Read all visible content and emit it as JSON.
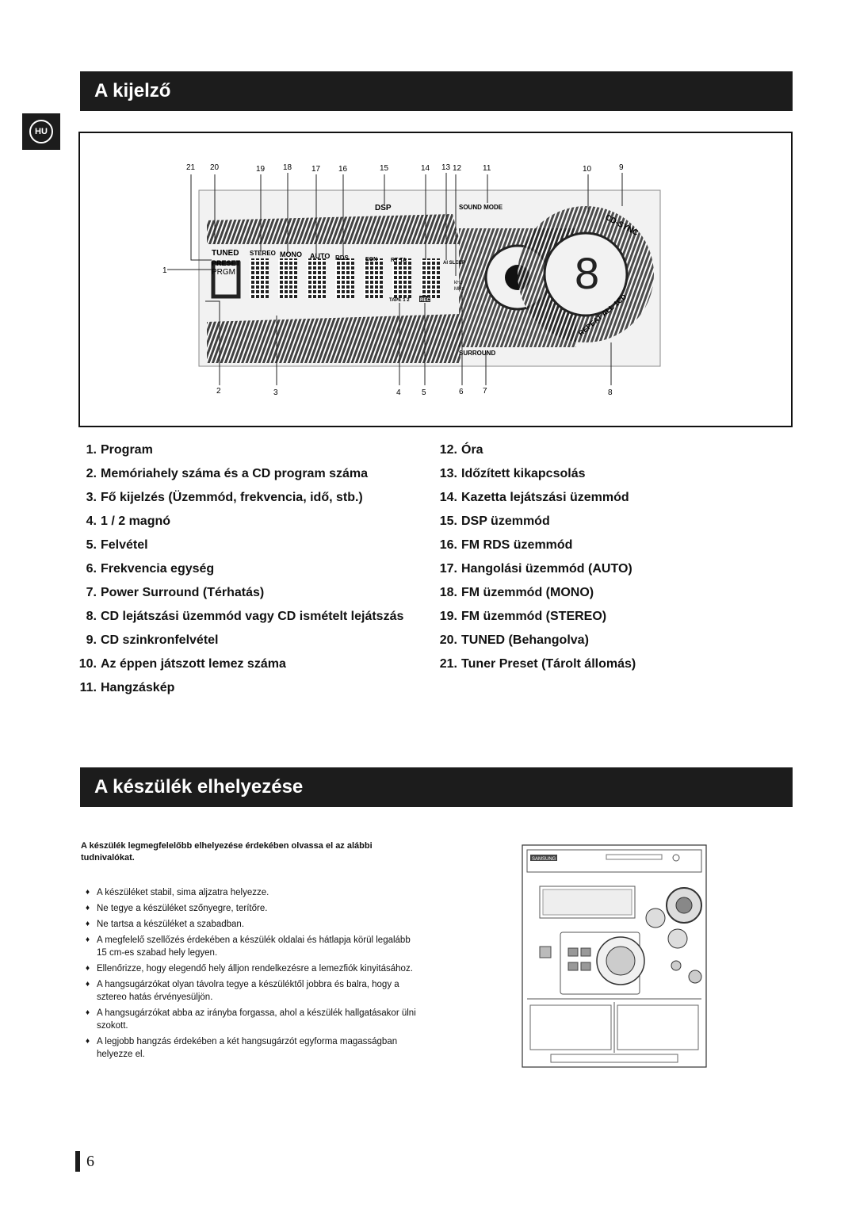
{
  "section1": {
    "title": "A kijelző"
  },
  "language_badge": "HU",
  "display": {
    "callouts_top": [
      "21",
      "20",
      "19",
      "18",
      "17",
      "16",
      "15",
      "14",
      "13",
      "12",
      "11",
      "10",
      "9"
    ],
    "callouts_bottom": [
      "2",
      "3",
      "4",
      "5",
      "6",
      "7",
      "8"
    ],
    "callout_left": "1",
    "labels": {
      "tuned": "TUNED",
      "preset": "PRESET",
      "prgm": "PRGM",
      "stereo": "STEREO",
      "mono": "MONO",
      "auto": "AUTO",
      "rds": "RDS",
      "eon": "EON",
      "rt_ta": "RT TA",
      "ai_sleep": "AI SLEEP",
      "khz": "kHz",
      "mhz": "MHz",
      "tape": "TAPE 1 2",
      "rec": "REC",
      "dsp": "DSP",
      "sound_mode": "SOUND MODE",
      "surround": "SURROUND",
      "cd_sync": "CD-SYNC",
      "repeat_all_1cd": "REPEAT ALL 1CD"
    }
  },
  "legend_left": [
    {
      "num": "1.",
      "text": "Program"
    },
    {
      "num": "2.",
      "text": "Memóriahely száma és a CD program száma"
    },
    {
      "num": "3.",
      "text": "Fő kijelzés (Üzemmód, frekvencia, idő, stb.)"
    },
    {
      "num": "4.",
      "text": "1 / 2 magnó"
    },
    {
      "num": "5.",
      "text": "Felvétel"
    },
    {
      "num": "6.",
      "text": "Frekvencia egység"
    },
    {
      "num": "7.",
      "text": "Power Surround (Térhatás)"
    },
    {
      "num": "8.",
      "text": "CD lejátszási üzemmód vagy CD ismételt lejátszás"
    },
    {
      "num": "9.",
      "text": "CD szinkronfelvétel"
    },
    {
      "num": "10.",
      "text": "Az éppen játszott lemez száma"
    },
    {
      "num": "11.",
      "text": "Hangzáskép"
    }
  ],
  "legend_right": [
    {
      "num": "12.",
      "text": "Óra"
    },
    {
      "num": "13.",
      "text": "Időzített kikapcsolás"
    },
    {
      "num": "14.",
      "text": "Kazetta lejátszási üzemmód"
    },
    {
      "num": "15.",
      "text": "DSP üzemmód"
    },
    {
      "num": "16.",
      "text": "FM RDS üzemmód"
    },
    {
      "num": "17.",
      "text": "Hangolási üzemmód (AUTO)"
    },
    {
      "num": "18.",
      "text": "FM üzemmód (MONO)"
    },
    {
      "num": "19.",
      "text": "FM üzemmód (STEREO)"
    },
    {
      "num": "20.",
      "text": "TUNED (Behangolva)"
    },
    {
      "num": "21.",
      "text": "Tuner Preset (Tárolt állomás)"
    }
  ],
  "section2": {
    "title": "A készülék elhelyezése",
    "intro": "A készülék legmegfelelőbb elhelyezése érdekében olvassa el az alábbi tudnivalókat.",
    "tips": [
      "A készüléket stabil, sima aljzatra helyezze.",
      "Ne tegye a készüléket szőnyegre, terítőre.",
      "Ne tartsa a készüléket a szabadban.",
      "A megfelelő szellőzés érdekében a készülék oldalai és hátlapja körül legalább 15 cm-es szabad hely legyen.",
      "Ellenőrizze, hogy elegendő hely álljon rendelkezésre a lemezfiók kinyitásához.",
      "A hangsugárzókat olyan távolra tegye a készüléktől jobbra és balra, hogy a sztereo hatás érvényesüljön.",
      "A hangsugárzókat abba az irányba forgassa, ahol a készülék hallgatásakor ülni szokott.",
      "A legjobb hangzás érdekében a két hangsugárzót egyforma magasságban helyezze el."
    ],
    "tip_bullet": "♦",
    "device_brand": "SAMSUNG"
  },
  "page_number": "6"
}
